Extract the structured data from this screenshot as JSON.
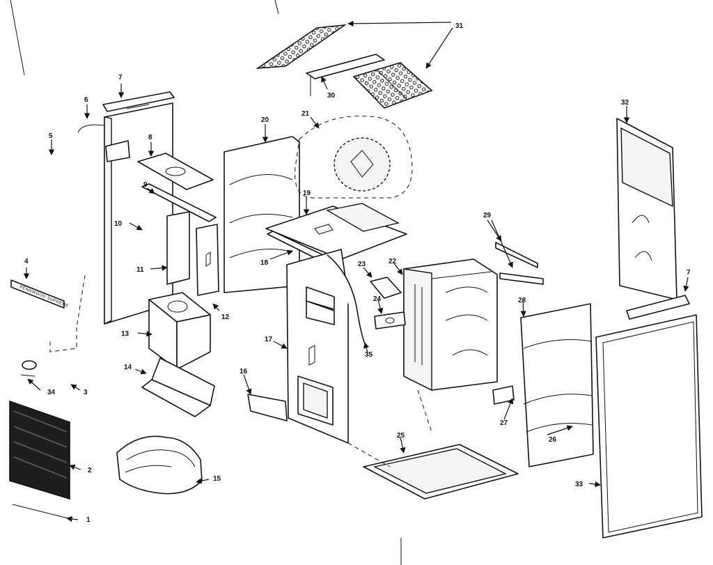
{
  "diagram": {
    "part_numbers": [
      "1",
      "2",
      "3",
      "4",
      "5",
      "6",
      "7",
      "8",
      "9",
      "10",
      "11",
      "12",
      "13",
      "14",
      "15",
      "16",
      "17",
      "18",
      "19",
      "20",
      "21",
      "22",
      "23",
      "24",
      "25",
      "26",
      "27",
      "28",
      "29",
      "30",
      "31",
      "32",
      "33",
      "34",
      "35",
      "7"
    ],
    "nameplate_text": "PENNWOOD SUPREME"
  }
}
